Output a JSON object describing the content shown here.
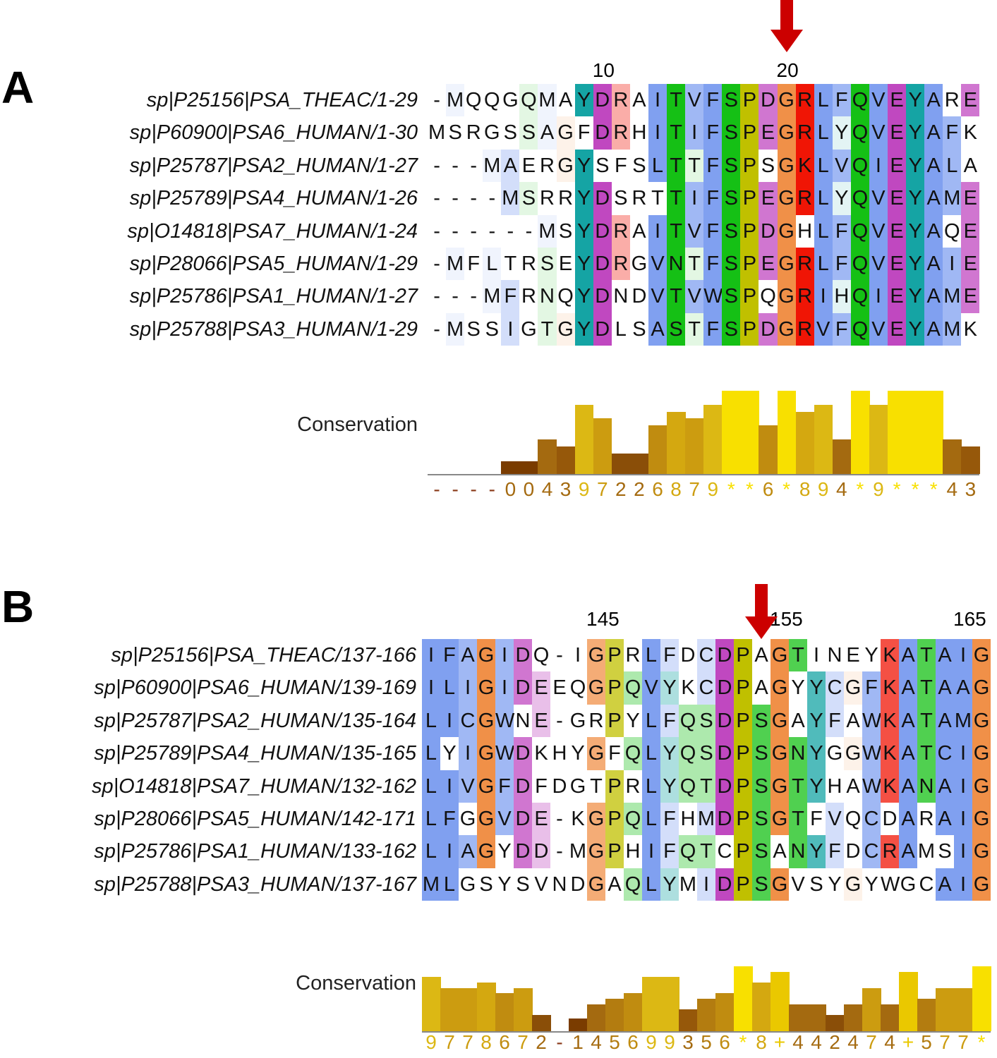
{
  "panels": [
    {
      "label": "A",
      "ruler": [
        {
          "text": "10",
          "col": 9
        },
        {
          "text": "20",
          "col": 19
        }
      ],
      "arrow_col": 19,
      "sequences": [
        {
          "name": "sp|P25156|PSA_THEAC/1-29",
          "residues": "-MQQGQMAYDRAITVFSPDGRLFQVEYARE"
        },
        {
          "name": "sp|P60900|PSA6_HUMAN/1-30",
          "residues": "MSRGSSAGFDRHITIFSPEGRLYQVEYAFK"
        },
        {
          "name": "sp|P25787|PSA2_HUMAN/1-27",
          "residues": "---MAERGYSFSLTTFSPSGKLVQIEYALA"
        },
        {
          "name": "sp|P25789|PSA4_HUMAN/1-26",
          "residues": "----MSRRYDSRTTIFSPEGRLYQVEYAME"
        },
        {
          "name": "sp|O14818|PSA7_HUMAN/1-24",
          "residues": "------MSYDRAITVFSPDGHLFQVEYAQE"
        },
        {
          "name": "sp|P28066|PSA5_HUMAN/1-29",
          "residues": "-MFLTRSEYDRGVNTFSPEGRLFQVEYAIE"
        },
        {
          "name": "sp|P25786|PSA1_HUMAN/1-27",
          "residues": "---MFRNQYDNDVTVWSPQGRIHQIEYAME"
        },
        {
          "name": "sp|P25788|PSA3_HUMAN/1-29",
          "residues": "-MSSIGTGYDLSASTFSPDGRVFQVEYAMK"
        }
      ],
      "conservation_label": "Conservation",
      "conservation": [
        "-",
        "-",
        "-",
        "-",
        "0",
        "0",
        "4",
        "3",
        "9",
        "7",
        "2",
        "2",
        "6",
        "8",
        "7",
        "9",
        "*",
        "*",
        "6",
        "*",
        "8",
        "9",
        "4",
        "*",
        "9",
        "*",
        "*",
        "*",
        "4",
        "3"
      ]
    },
    {
      "label": "B",
      "ruler": [
        {
          "text": "145",
          "col": 9
        },
        {
          "text": "155",
          "col": 19
        },
        {
          "text": "165",
          "col": 29
        }
      ],
      "arrow_col": 18,
      "sequences": [
        {
          "name": "sp|P25156|PSA_THEAC/137-166",
          "residues": "IFAGIDQ-IGPRLFDCDPAGTINEYKATAIG"
        },
        {
          "name": "sp|P60900|PSA6_HUMAN/139-169",
          "residues": "ILIGIDEEQGPQVYKCDPAGYYCGFKATAAG"
        },
        {
          "name": "sp|P25787|PSA2_HUMAN/135-164",
          "residues": "LICGWNE-GRPYLFQSDPSGAYFAWKATAMG"
        },
        {
          "name": "sp|P25789|PSA4_HUMAN/135-165",
          "residues": "LYIGWDKHYGFQLYQSDPSGNYGGWKATCIG"
        },
        {
          "name": "sp|O14818|PSA7_HUMAN/132-162",
          "residues": "LIVGFDFDGTPRLYQTDPSGTYHAWKANAIG"
        },
        {
          "name": "sp|P28066|PSA5_HUMAN/142-171",
          "residues": "LFGGVDE-KGPQLFHMDPSGTFVQCDARAIG"
        },
        {
          "name": "sp|P25786|PSA1_HUMAN/133-162",
          "residues": "LIAGYDD-MGPHIFQTCPSANYFDCRAMSIG"
        },
        {
          "name": "sp|P25788|PSA3_HUMAN/137-167",
          "residues": "MLGSYSVNDGAQLYMIDPSGVSYGYWGCAIG"
        }
      ],
      "conservation_label": "Conservation",
      "conservation": [
        "9",
        "7",
        "7",
        "8",
        "6",
        "7",
        "2",
        "-",
        "1",
        "4",
        "5",
        "6",
        "9",
        "9",
        "3",
        "5",
        "6",
        "*",
        "8",
        "+",
        "4",
        "4",
        "2",
        "4",
        "7",
        "4",
        "+",
        "5",
        "7",
        "7",
        "*"
      ]
    }
  ],
  "colors": {
    "arrow": "#cc0000",
    "hydrophobic": "#80a0f0",
    "polar": "#15c015",
    "negative": "#c048c0",
    "glycine": "#f09048",
    "proline": "#c0c000",
    "aromatic": "#15a4a4",
    "positive": "#f01505"
  }
}
